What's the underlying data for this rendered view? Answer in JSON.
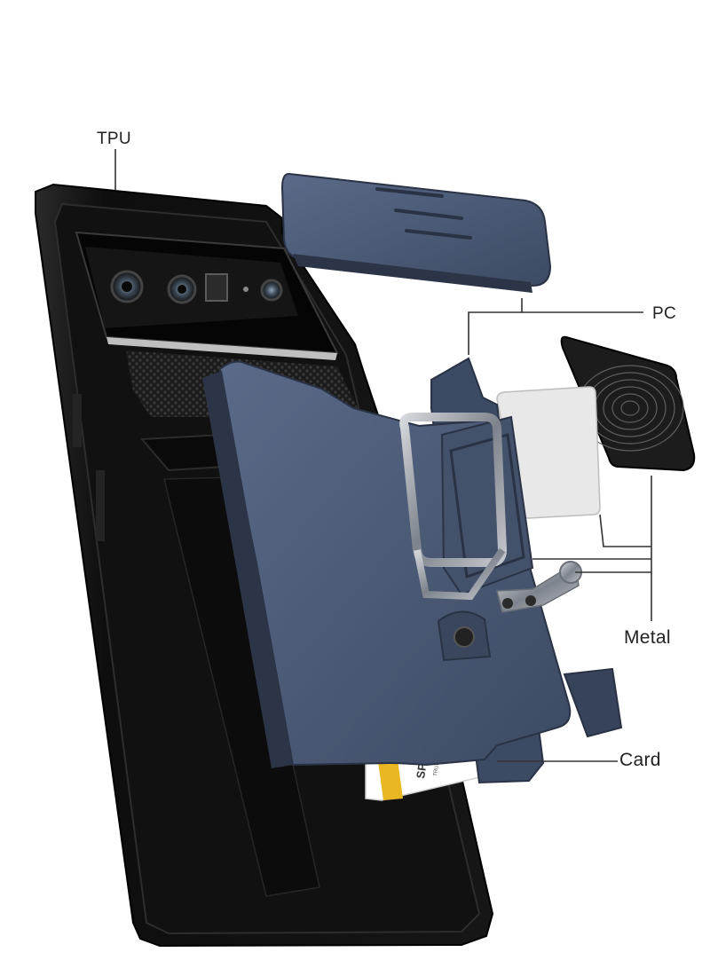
{
  "labels": {
    "tpu": "TPU",
    "pc": "PC",
    "metal": "Metal",
    "card": "Card"
  },
  "card_print": {
    "brand": "SPEEDSOLUTI",
    "tagline": "TRUE TRADING SOLU"
  },
  "colors": {
    "case_black": "#161616",
    "pc_navy": "#4b5a76",
    "pc_navy_dark": "#2f3a4f",
    "metal_ring": "#9aa0a8",
    "metal_plate": "#1a1a1a",
    "shim_white": "#e6e6e6",
    "card_yellow": "#e8b722",
    "leader_line": "#333333"
  }
}
